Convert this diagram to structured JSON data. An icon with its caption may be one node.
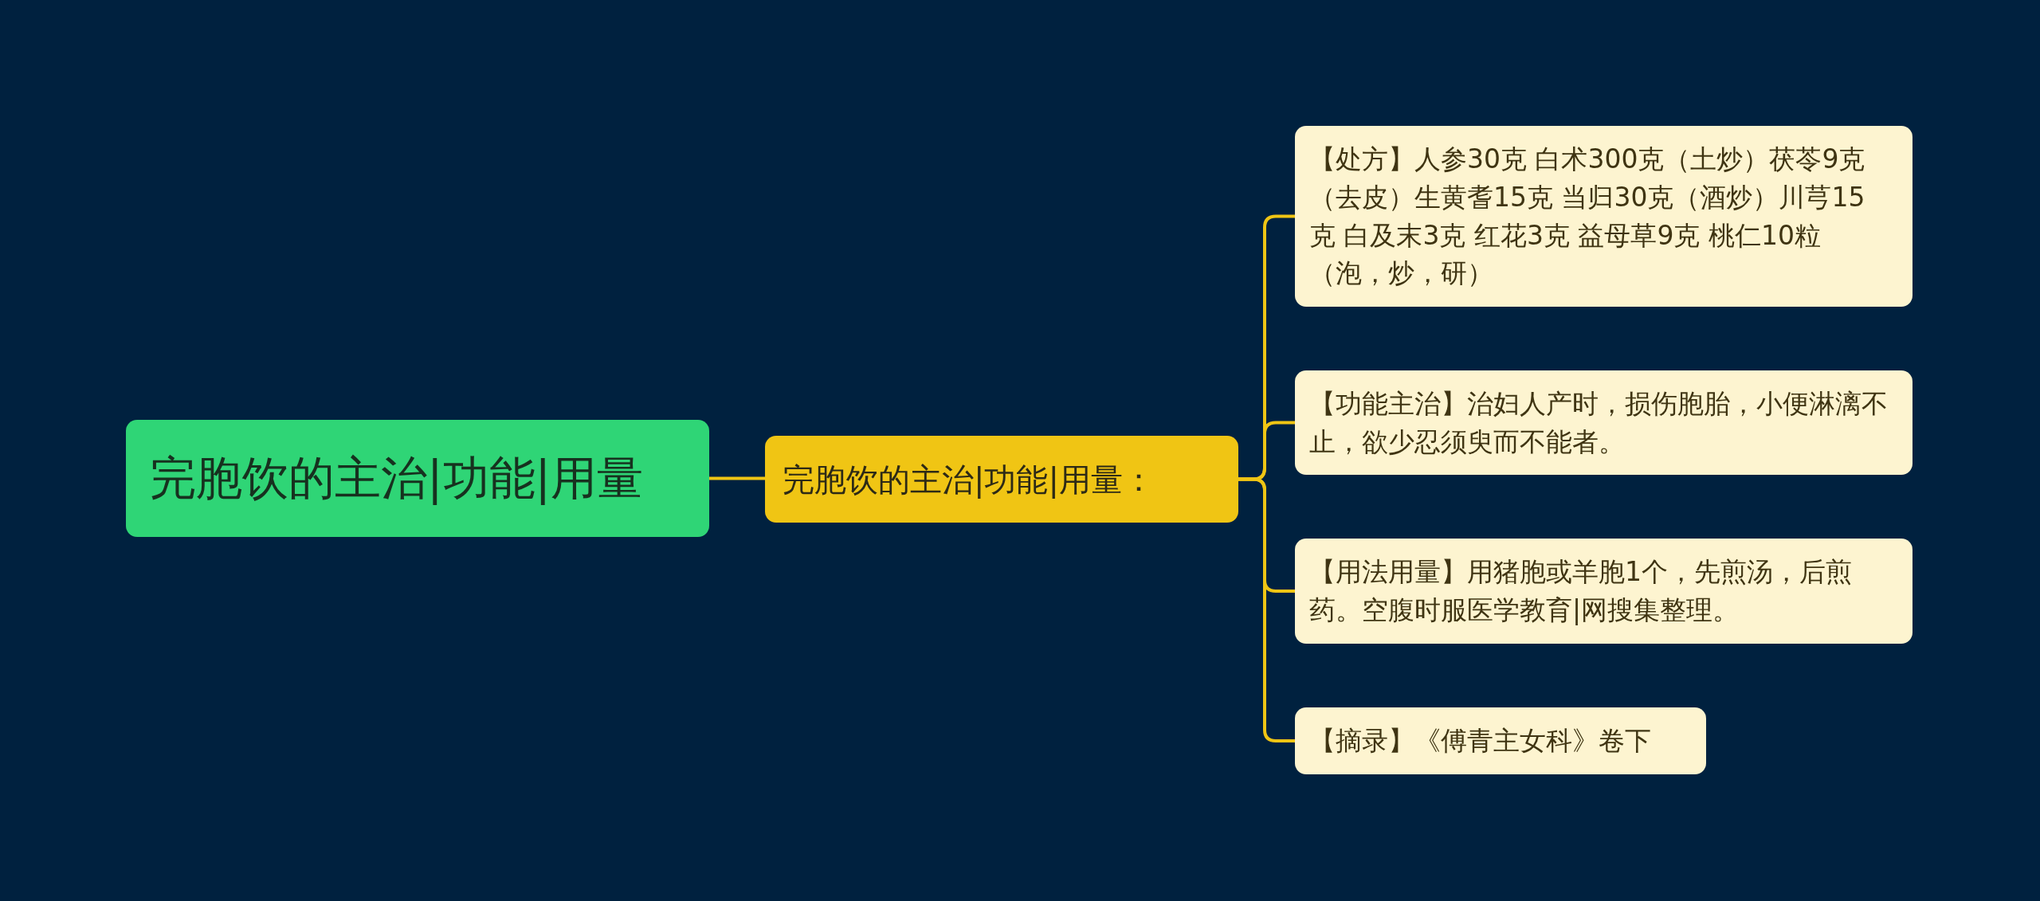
{
  "diagram": {
    "nodes": [
      {
        "text": [
          "完胞饮的主治|功能|用量"
        ]
      },
      {
        "text": [
          "完胞饮的主治|功能|用量："
        ]
      },
      {
        "text": [
          "【处方】人参30克 白术300克（土炒）茯苓9克（去皮）生黄耆15克 当归30克（酒炒）川芎15克 白及末3克 红花3克 益母草9克 桃仁10粒（泡，炒，研）"
        ]
      },
      {
        "text": [
          "【功能主治】治妇人产时，损伤胞胎，小便淋漓不止，欲少忍须臾而不能者。"
        ]
      },
      {
        "text": [
          "【用法用量】用猪胞或羊胞1个，先煎汤，后煎药。空腹时服医学教育|网搜集整理。"
        ]
      },
      {
        "text": [
          "【摘录】《傅青主女科》卷下"
        ]
      }
    ],
    "edges": [
      {
        "from": 0,
        "to": 1,
        "arrow": "none"
      },
      {
        "from": 1,
        "to": 2,
        "arrow": "none"
      },
      {
        "from": 1,
        "to": 3,
        "arrow": "none"
      },
      {
        "from": 1,
        "to": 4,
        "arrow": "none"
      },
      {
        "from": 1,
        "to": 5,
        "arrow": "none"
      }
    ]
  }
}
